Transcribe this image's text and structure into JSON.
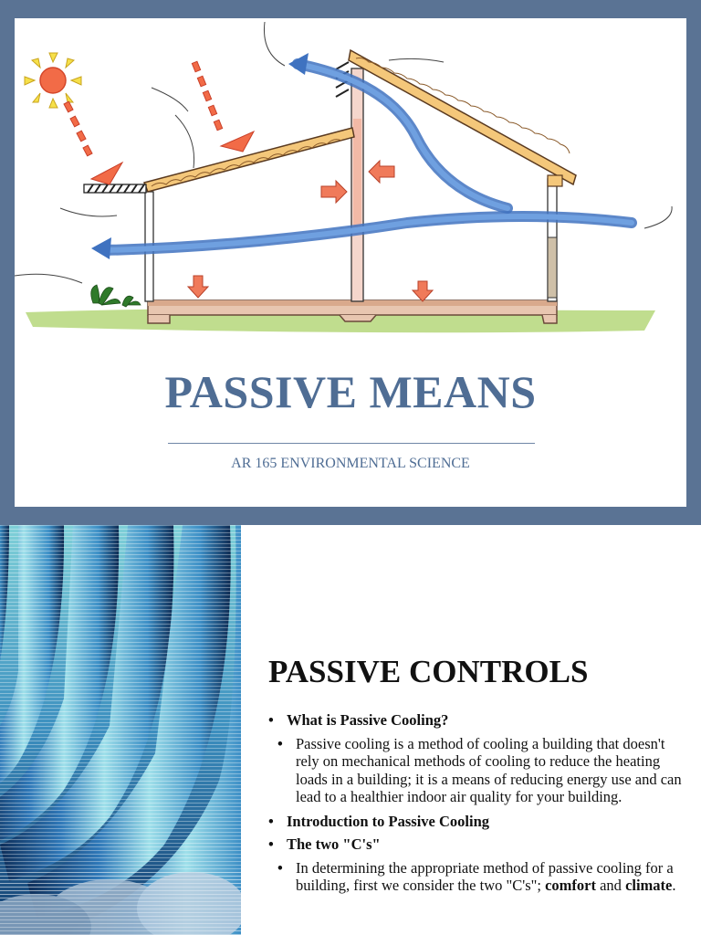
{
  "slide1": {
    "title": "PASSIVE MEANS",
    "subtitle": "AR 165 ENVIRONMENTAL SCIENCE",
    "colors": {
      "frame": "#5a7394",
      "title": "#4f6d94"
    },
    "illustration": {
      "elements": [
        "sun-icon",
        "sun-ray-arrows",
        "roof-overhang",
        "sloped-roof",
        "clerestory-wall",
        "airflow-arrows",
        "ground-floor-slab",
        "plant-icon"
      ]
    }
  },
  "slide2": {
    "title": "PASSIVE CONTROLS",
    "bullets": [
      {
        "text": "What is Passive Cooling?",
        "sub": [
          "Passive cooling is a method of cooling a building that doesn't rely on mechanical methods of cooling to reduce the heating loads in a building; it is a means of reducing energy use and can lead to a healthier indoor air quality for your building."
        ]
      },
      {
        "text": "Introduction to Passive Cooling"
      },
      {
        "text": "The two \"C's\"",
        "sub_prefix": "In determining the appropriate method of passive cooling for a building, first we consider the two \"C's\"; ",
        "sub_bold_1": "comfort",
        "sub_and": " and ",
        "sub_bold_2": "climate",
        "sub_end": "."
      }
    ]
  }
}
